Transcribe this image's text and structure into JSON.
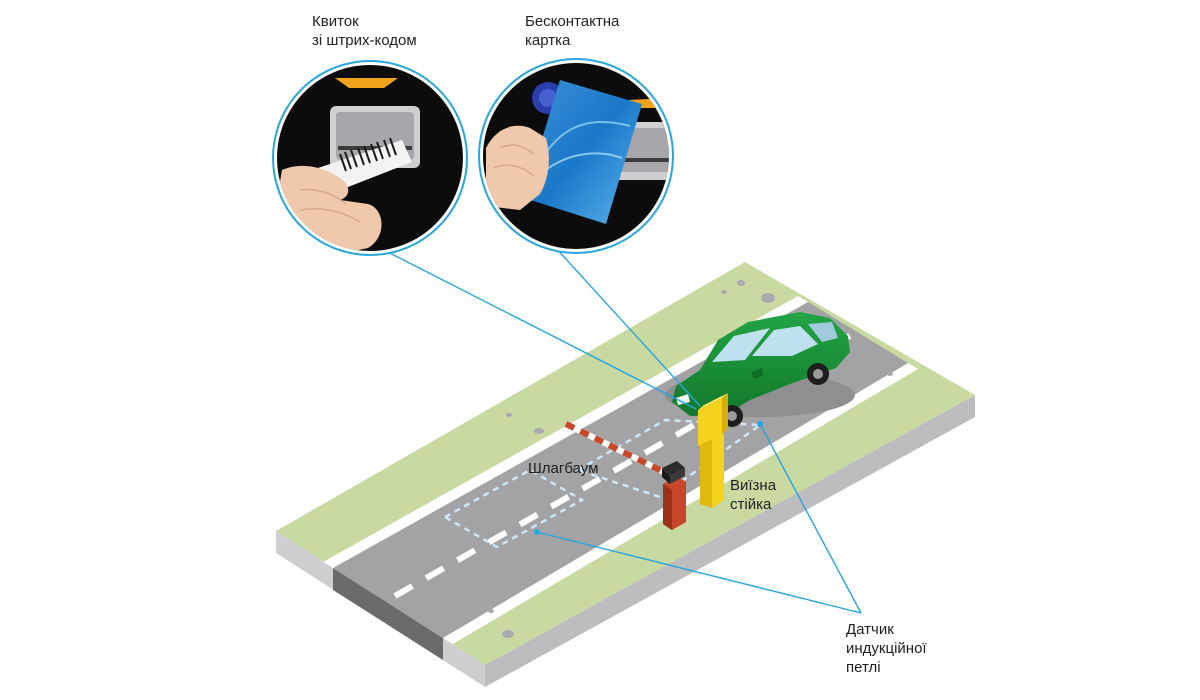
{
  "labels": {
    "ticket": "Квиток\nзі штрих-кодом",
    "card": "Бесконтактна\nкартка",
    "barrier": "Шлагбаум",
    "exit_stand": "Виїзна\nстійка",
    "loop_sensor": "Датчик\nиндукційної\nпетлі"
  },
  "colors": {
    "grass": "#c9d9a2",
    "road": "#a3a3a5",
    "car": "#1a8f36",
    "stand": "#f4d21e",
    "barrier": "#c8472a",
    "leader": "#27a6e0"
  }
}
